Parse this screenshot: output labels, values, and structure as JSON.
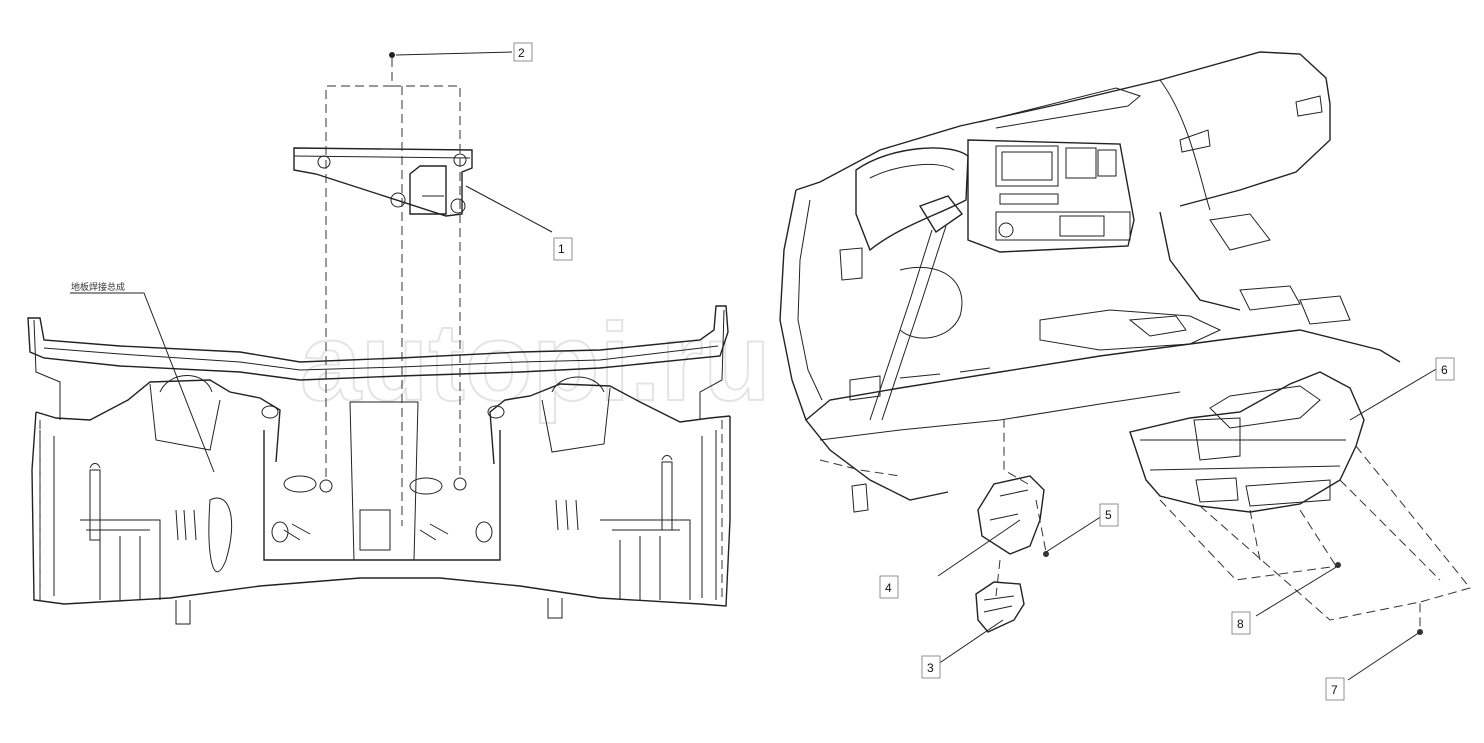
{
  "callouts": [
    {
      "id": "c1",
      "num": "1"
    },
    {
      "id": "c2",
      "num": "2"
    },
    {
      "id": "c3",
      "num": "3"
    },
    {
      "id": "c4",
      "num": "4"
    },
    {
      "id": "c5",
      "num": "5"
    },
    {
      "id": "c6",
      "num": "6"
    },
    {
      "id": "c7",
      "num": "7"
    },
    {
      "id": "c8",
      "num": "8"
    }
  ],
  "assembly_label": "地板焊接总成",
  "watermark": "autopi.ru",
  "colors": {
    "line": "#222222",
    "background": "#ffffff",
    "watermark": "#cfcfcf"
  }
}
